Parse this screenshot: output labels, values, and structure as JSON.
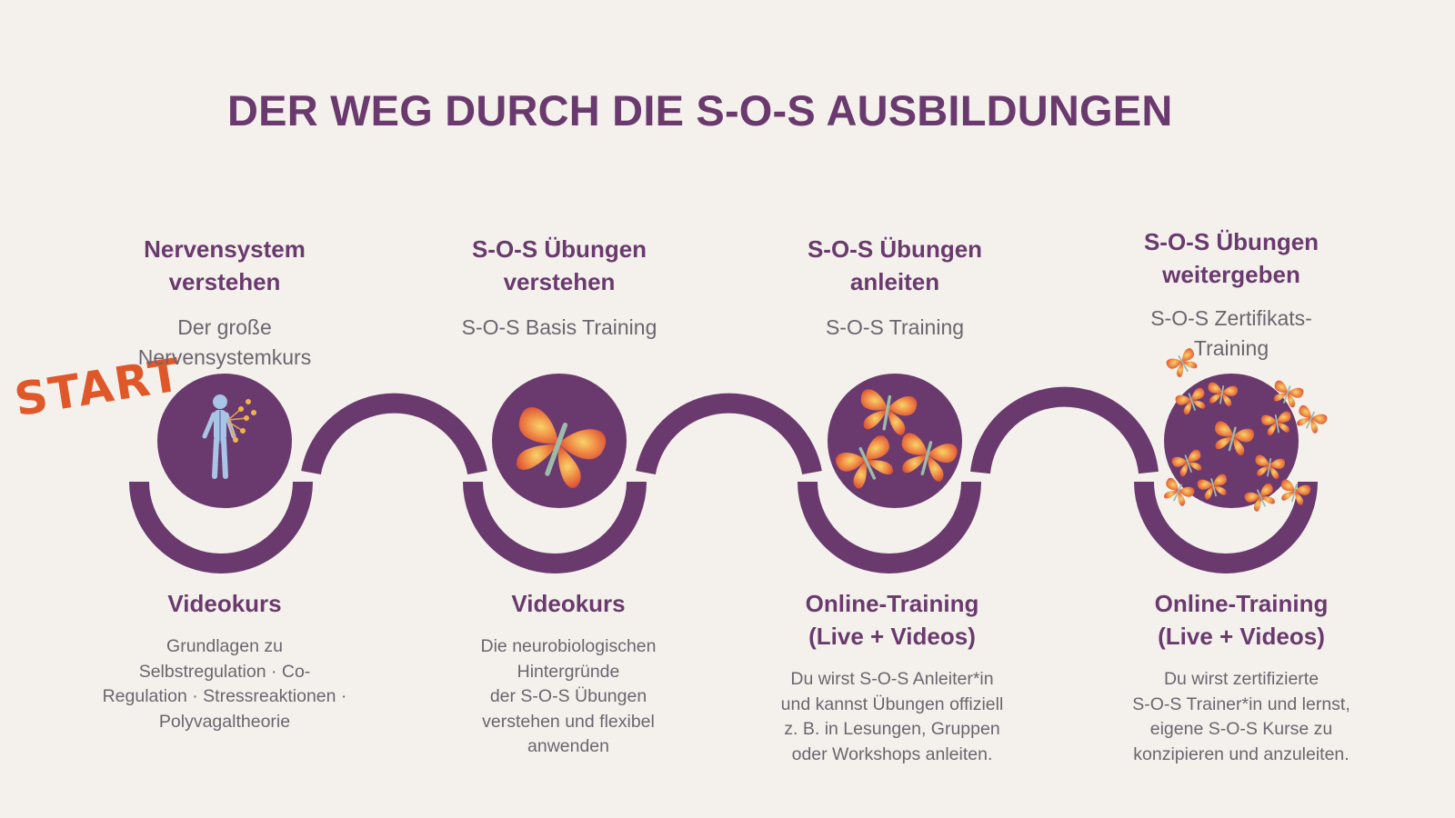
{
  "title": "DER WEG DURCH DIE S-O-S AUSBILDUNGEN",
  "start_label": "START",
  "colors": {
    "accent": "#6a3a6e",
    "start": "#e0582a",
    "background": "#f4f1ec",
    "text": "#6b6570"
  },
  "steps": [
    {
      "heading": [
        "Nervensystem",
        "verstehen"
      ],
      "course": [
        "Der große",
        "Nervensystemkurs"
      ],
      "format": [
        "Videokurs"
      ],
      "description": [
        "Grundlagen zu",
        "Selbstregulation · Co-",
        "Regulation · Stressreaktionen ·",
        "Polyvagaltheorie"
      ],
      "icon": "human-nervous-system-icon"
    },
    {
      "heading": [
        "S-O-S Übungen",
        "verstehen"
      ],
      "course": [
        "S-O-S Basis Training"
      ],
      "format": [
        "Videokurs"
      ],
      "description": [
        "Die neurobiologischen",
        "Hintergründe",
        "der S-O-S Übungen",
        "verstehen und flexibel",
        "anwenden"
      ],
      "icon": "butterfly-icon"
    },
    {
      "heading": [
        "S-O-S Übungen",
        "anleiten"
      ],
      "course": [
        "S-O-S Training"
      ],
      "format": [
        "Online-Training",
        "(Live + Videos)"
      ],
      "description": [
        "Du wirst S-O-S Anleiter*in",
        "und kannst Übungen offiziell",
        "z. B. in Lesungen, Gruppen",
        "oder Workshops anleiten."
      ],
      "icon": "three-butterflies-icon"
    },
    {
      "heading": [
        "S-O-S Übungen",
        "weitergeben"
      ],
      "course": [
        "S-O-S Zertifikats-",
        "Training"
      ],
      "format": [
        "Online-Training",
        "(Live + Videos)"
      ],
      "description": [
        "Du wirst zertifizierte",
        "S-O-S Trainer*in und lernst,",
        "eigene S-O-S Kurse zu",
        "konzipieren und anzuleiten."
      ],
      "icon": "many-butterflies-icon"
    }
  ]
}
